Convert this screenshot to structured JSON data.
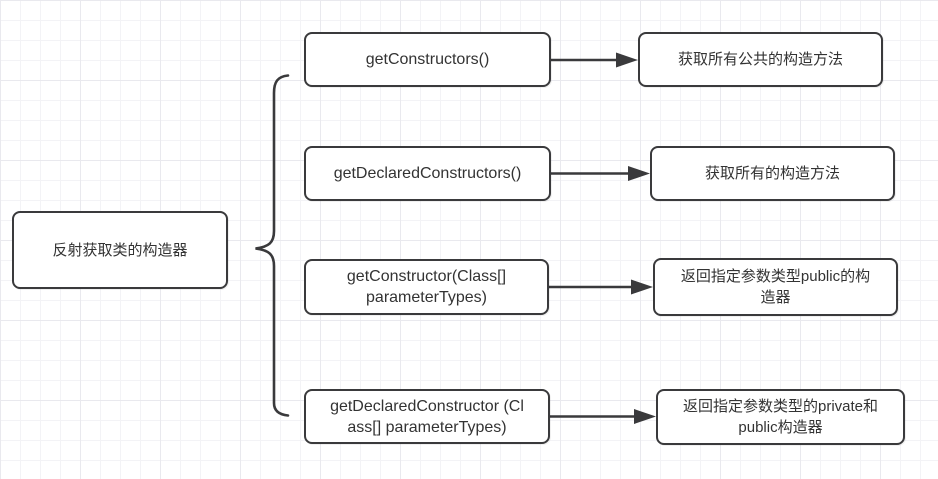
{
  "diagram": {
    "root_label": "反射获取类的构造器",
    "rows": [
      {
        "method": {
          "lines": [
            "getConstructors()"
          ]
        },
        "desc": {
          "lines": [
            "获取所有公共的构造方法"
          ]
        }
      },
      {
        "method": {
          "lines": [
            "getDeclaredConstructors()"
          ]
        },
        "desc": {
          "lines": [
            "获取所有的构造方法"
          ]
        }
      },
      {
        "method": {
          "lines": [
            "getConstructor(Class[]",
            "parameterTypes)"
          ]
        },
        "desc": {
          "lines": [
            "返回指定参数类型public的构",
            "造器"
          ]
        }
      },
      {
        "method": {
          "lines": [
            "getDeclaredConstructor (Cl",
            "ass[] parameterTypes)"
          ]
        },
        "desc": {
          "lines": [
            "返回指定参数类型的private和",
            "public构造器"
          ]
        }
      }
    ],
    "colors": {
      "stroke": "#3a3a3c",
      "text": "#333333",
      "background": "#ffffff",
      "grid_minor": "#f3f3f6",
      "grid_major": "#e9e9ee"
    }
  }
}
